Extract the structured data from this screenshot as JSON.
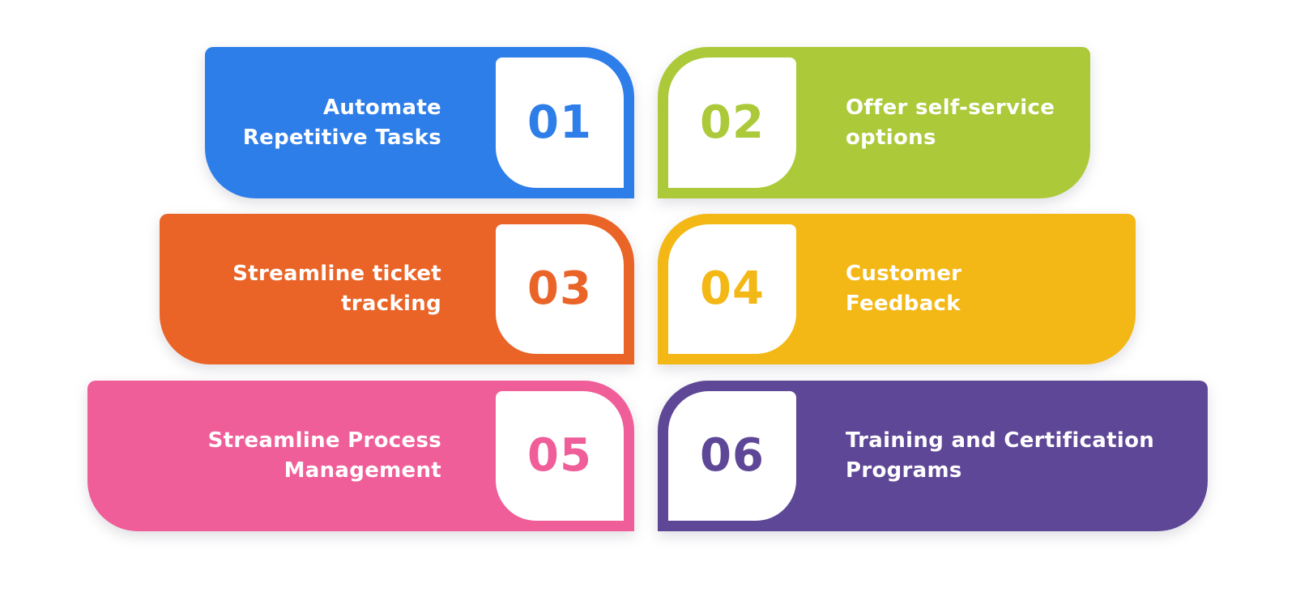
{
  "canvas_bg": "#FFFFFF",
  "leaf_bg": "#FFFFFF",
  "label_text_color": "#FFFFFF",
  "cards": [
    {
      "number": "01",
      "line1": "Automate",
      "line2": "Repetitive Tasks",
      "color": "#2E7EE9",
      "side": "left"
    },
    {
      "number": "02",
      "line1": "Offer self-service",
      "line2": "options",
      "color": "#ABC938",
      "side": "right"
    },
    {
      "number": "03",
      "line1": "Streamline ticket",
      "line2": "tracking",
      "color": "#EA6327",
      "side": "left"
    },
    {
      "number": "04",
      "line1": "Customer",
      "line2": "Feedback",
      "color": "#F3B816",
      "side": "right"
    },
    {
      "number": "05",
      "line1": "Streamline Process",
      "line2": "Management",
      "color": "#EF5E98",
      "side": "left"
    },
    {
      "number": "06",
      "line1": "Training and Certification",
      "line2": "Programs",
      "color": "#5E4796",
      "side": "right"
    }
  ]
}
